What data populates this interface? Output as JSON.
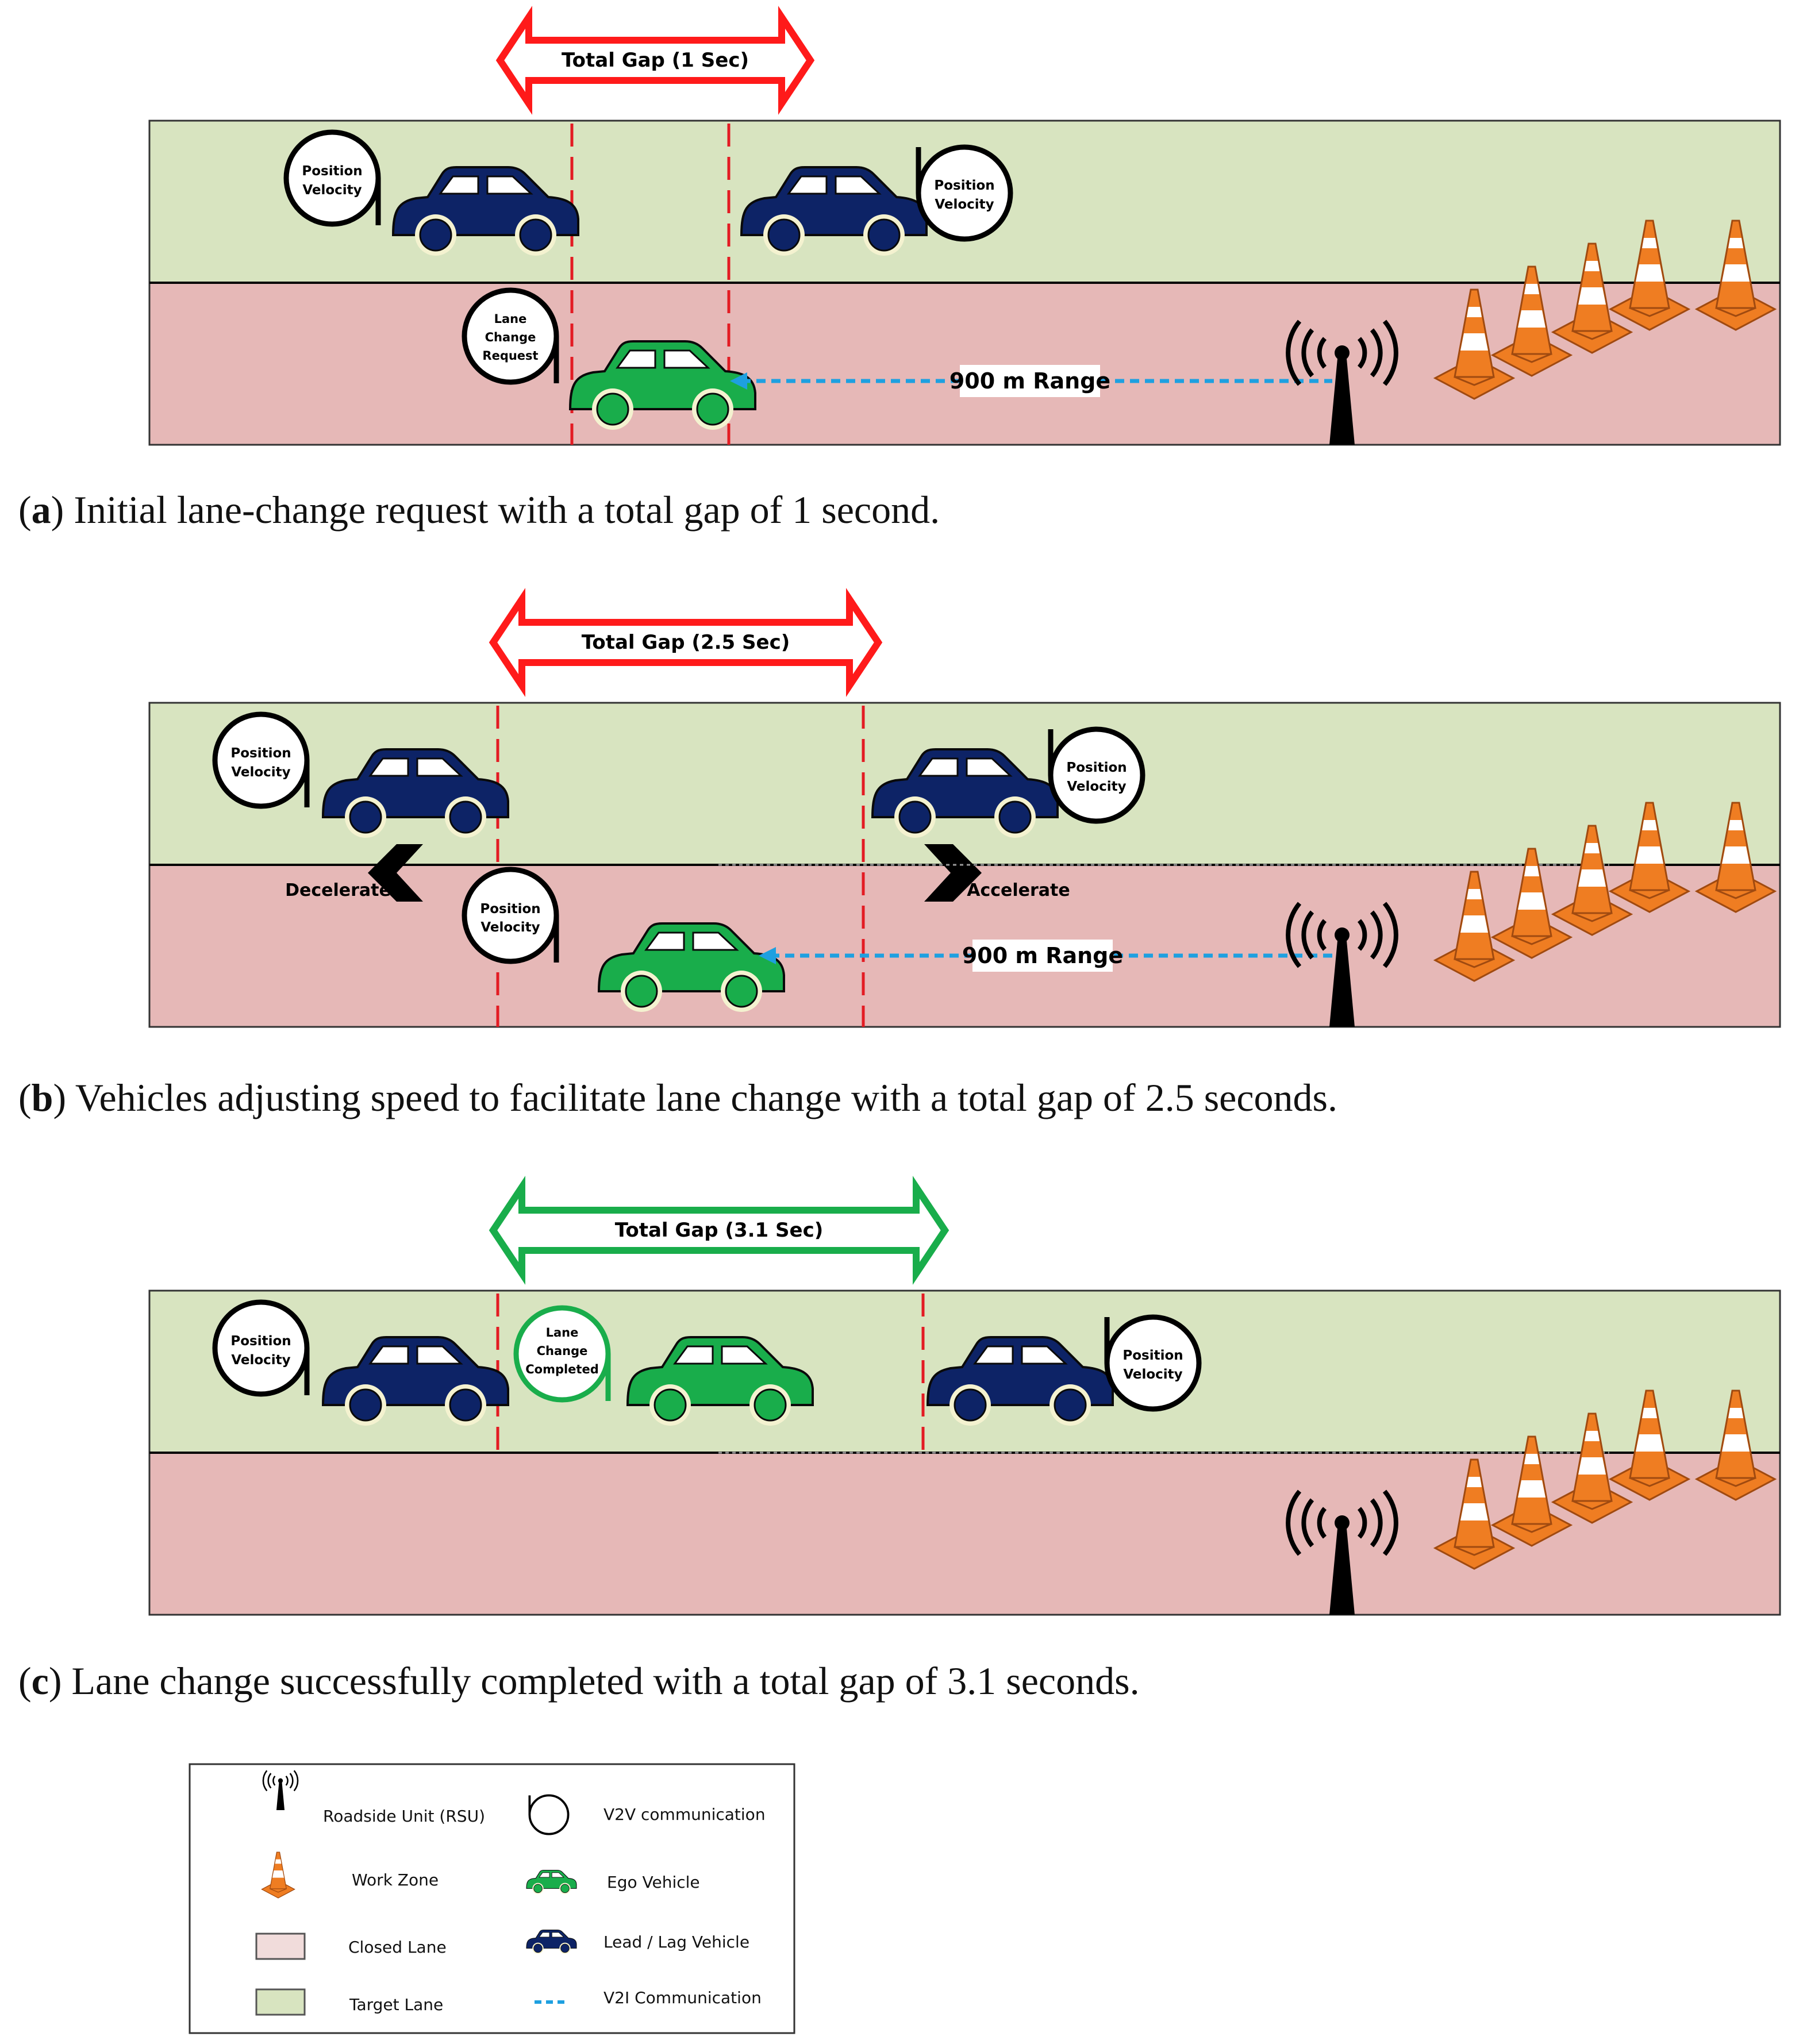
{
  "colors": {
    "target_lane": "#d8e4c0",
    "closed_lane": "#e6b8b7",
    "lead_lag_vehicle": "#0d2366",
    "ego_vehicle": "#19ad4b",
    "gap_arrow_open": "#ff1a1a",
    "gap_arrow_complete": "#19ad4b",
    "v2i_line": "#1ea0e0",
    "cone": "#ef7d22",
    "gap_line": "#e31b23"
  },
  "panels": [
    {
      "id": "a",
      "gap_label": "Total Gap (1 Sec)",
      "range_label": "900 m Range",
      "bubbles": {
        "lag_text": [
          "Position",
          "Velocity"
        ],
        "lead_text": [
          "Position",
          "Velocity"
        ],
        "ego_text": [
          "Lane",
          "Change",
          "Request"
        ]
      },
      "caption_letter": "a",
      "caption_text": "Initial lane-change request with a total gap of 1 second."
    },
    {
      "id": "b",
      "gap_label": "Total Gap (2.5 Sec)",
      "range_label": "900 m Range",
      "decelerate_label": "Decelerate",
      "accelerate_label": "Accelerate",
      "bubbles": {
        "lag_text": [
          "Position",
          "Velocity"
        ],
        "lead_text": [
          "Position",
          "Velocity"
        ],
        "ego_text": [
          "Position",
          "Velocity"
        ]
      },
      "caption_letter": "b",
      "caption_text": "Vehicles adjusting speed to facilitate lane change with a total gap of 2.5 seconds."
    },
    {
      "id": "c",
      "gap_label": "Total Gap (3.1 Sec)",
      "bubbles": {
        "lag_text": [
          "Position",
          "Velocity"
        ],
        "lead_text": [
          "Position",
          "Velocity"
        ],
        "ego_text": [
          "Lane",
          "Change",
          "Completed"
        ]
      },
      "caption_letter": "c",
      "caption_text": "Lane change successfully completed with a total gap of 3.1 seconds."
    }
  ],
  "legend": {
    "rsu": "Roadside Unit (RSU)",
    "work_zone": "Work Zone",
    "closed_lane": "Closed Lane",
    "target_lane": "Target Lane",
    "v2v": "V2V communication",
    "ego": "Ego Vehicle",
    "lead_lag": "Lead / Lag Vehicle",
    "v2i": "V2I Communication"
  }
}
